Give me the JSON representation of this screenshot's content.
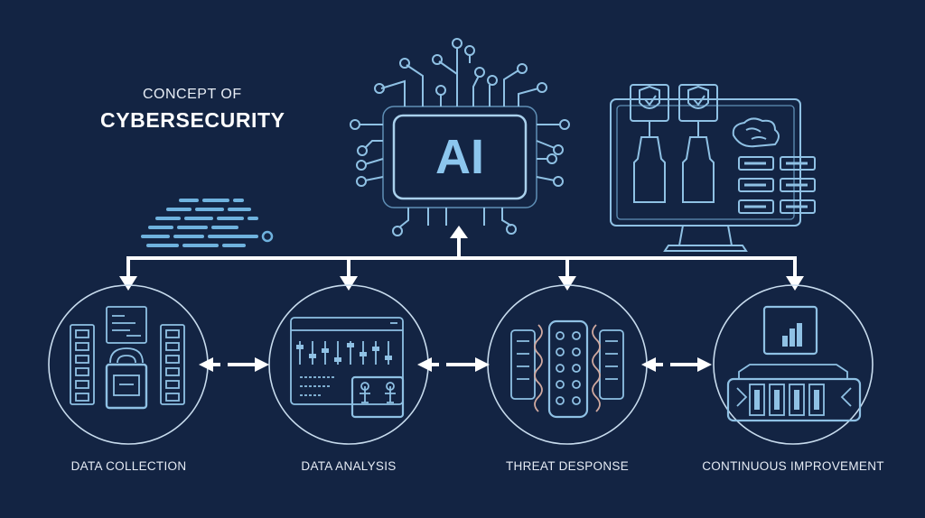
{
  "title": {
    "line1": "CONCEPT OF",
    "line2": "CYBERSECURITY"
  },
  "chip": {
    "label": "AI"
  },
  "stages": [
    {
      "label": "DATA COLLECTION"
    },
    {
      "label": "DATA ANALYSIS"
    },
    {
      "label": "THREAT DESPONSE"
    },
    {
      "label": "CONTINUOUS IMPROVEMENT"
    }
  ],
  "colors": {
    "background": "#132443",
    "line": "#8fc1e4",
    "accent": "#6fb2de",
    "arrow": "#ffffff"
  }
}
